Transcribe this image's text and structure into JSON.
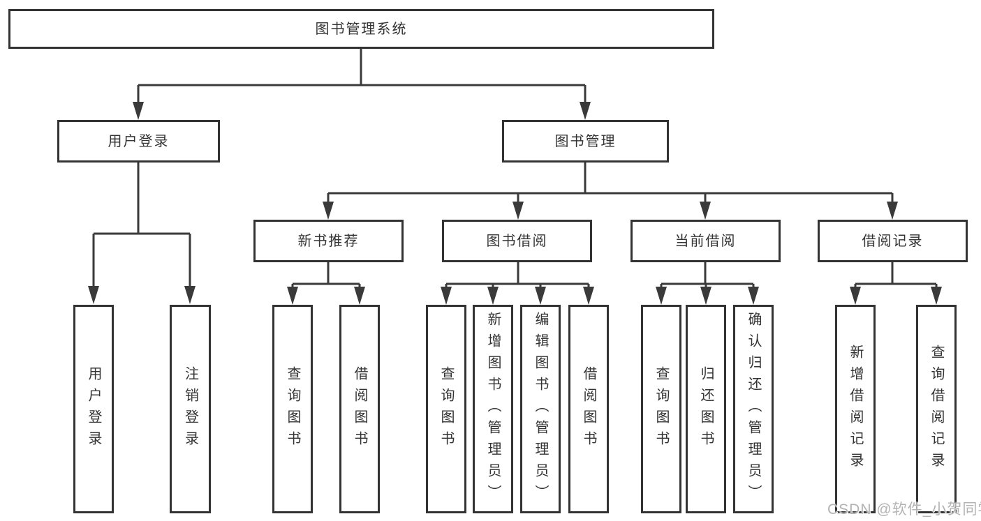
{
  "tree": {
    "label": "图书管理系统",
    "children": [
      {
        "label": "用户登录",
        "children": [
          {
            "label": "用户登录"
          },
          {
            "label": "注销登录"
          }
        ]
      },
      {
        "label": "图书管理",
        "children": [
          {
            "label": "新书推荐",
            "children": [
              {
                "label": "查询图书"
              },
              {
                "label": "借阅图书"
              }
            ]
          },
          {
            "label": "图书借阅",
            "children": [
              {
                "label": "查询图书"
              },
              {
                "label": "新增图书（管理员）"
              },
              {
                "label": "编辑图书（管理员）"
              },
              {
                "label": "借阅图书"
              }
            ]
          },
          {
            "label": "当前借阅",
            "children": [
              {
                "label": "查询图书"
              },
              {
                "label": "归还图书"
              },
              {
                "label": "确认归还（管理员）"
              }
            ]
          },
          {
            "label": "借阅记录",
            "children": [
              {
                "label": "新增借阅记录"
              },
              {
                "label": "查询借阅记录"
              }
            ]
          }
        ]
      }
    ]
  },
  "watermark": {
    "text": "CSDN @软件_小贺同学"
  },
  "colors": {
    "line": "#3a3a3a",
    "box_border": "#333333",
    "text": "#333333",
    "background": "#ffffff",
    "watermark": "#b3b3b3"
  }
}
